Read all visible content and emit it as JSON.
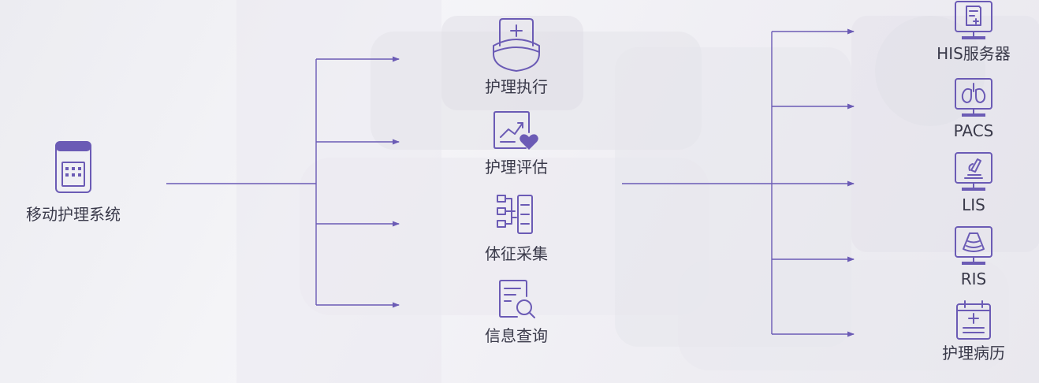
{
  "source": {
    "label": "移动护理系统",
    "icon": "handheld-terminal-icon"
  },
  "functions": [
    {
      "label": "护理执行",
      "icon": "nurse-cap-icon"
    },
    {
      "label": "护理评估",
      "icon": "assessment-chart-heart-icon"
    },
    {
      "label": "体征采集",
      "icon": "vital-signs-flow-icon"
    },
    {
      "label": "信息查询",
      "icon": "document-search-icon"
    }
  ],
  "systems": [
    {
      "label": "HIS服务器",
      "icon": "monitor-document-icon"
    },
    {
      "label": "PACS",
      "icon": "monitor-lungs-icon"
    },
    {
      "label": "LIS",
      "icon": "monitor-microscope-icon"
    },
    {
      "label": "RIS",
      "icon": "monitor-ultrasound-icon"
    },
    {
      "label": "护理病历",
      "icon": "calendar-record-icon"
    }
  ],
  "colors": {
    "accent": "#6b5bb5",
    "text": "#3a3a4a",
    "background": "#f0eff4"
  }
}
